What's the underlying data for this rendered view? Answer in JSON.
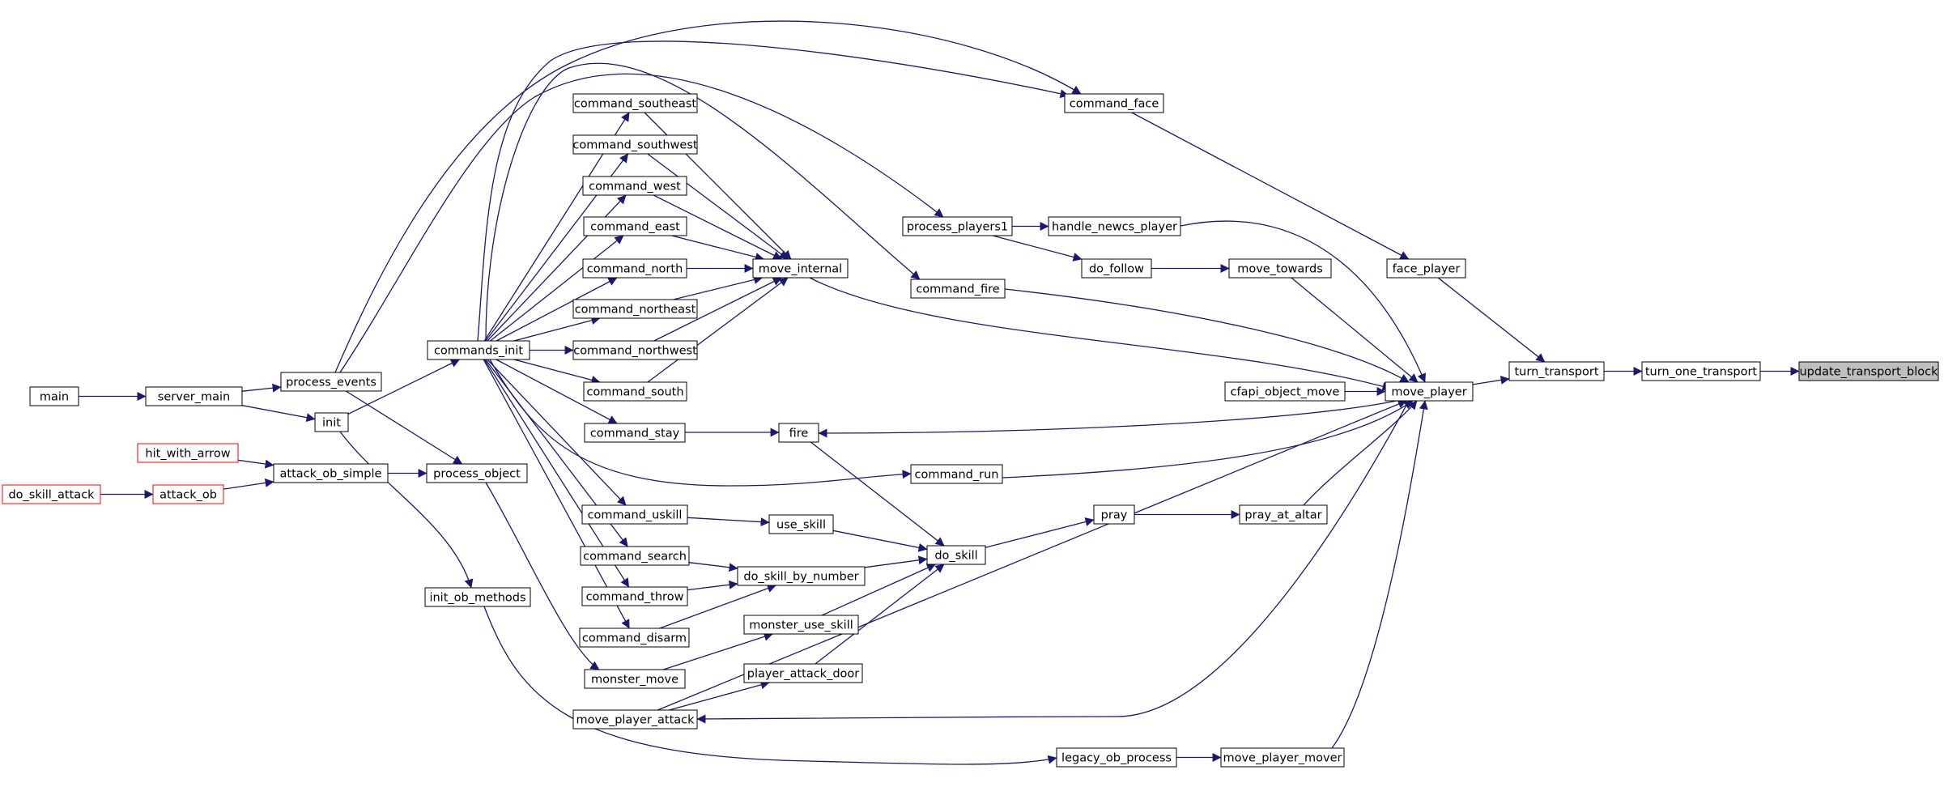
{
  "colors": {
    "edge": "#191970",
    "node_border": "#000000",
    "node_border_truncated": "#ff0000",
    "focus_fill": "#bfbfbf",
    "node_fill": "#ffffff",
    "background": "#ffffff"
  },
  "graph": {
    "focus": "update_transport_block",
    "nodes": [
      {
        "id": "update_transport_block",
        "label": "update_transport_block",
        "kind": "focus"
      },
      {
        "id": "turn_one_transport",
        "label": "turn_one_transport",
        "kind": "normal"
      },
      {
        "id": "turn_transport",
        "label": "turn_transport",
        "kind": "normal"
      },
      {
        "id": "face_player",
        "label": "face_player",
        "kind": "normal"
      },
      {
        "id": "move_player",
        "label": "move_player",
        "kind": "normal"
      },
      {
        "id": "command_face",
        "label": "command_face",
        "kind": "normal"
      },
      {
        "id": "handle_newcs_player",
        "label": "handle_newcs_player",
        "kind": "normal"
      },
      {
        "id": "process_players1",
        "label": "process_players1",
        "kind": "normal"
      },
      {
        "id": "do_follow",
        "label": "do_follow",
        "kind": "normal"
      },
      {
        "id": "move_towards",
        "label": "move_towards",
        "kind": "normal"
      },
      {
        "id": "command_fire",
        "label": "command_fire",
        "kind": "normal"
      },
      {
        "id": "move_internal",
        "label": "move_internal",
        "kind": "normal"
      },
      {
        "id": "cfapi_object_move",
        "label": "cfapi_object_move",
        "kind": "normal"
      },
      {
        "id": "command_run",
        "label": "command_run",
        "kind": "normal"
      },
      {
        "id": "pray_at_altar",
        "label": "pray_at_altar",
        "kind": "normal"
      },
      {
        "id": "pray",
        "label": "pray",
        "kind": "normal"
      },
      {
        "id": "do_skill",
        "label": "do_skill",
        "kind": "normal"
      },
      {
        "id": "fire",
        "label": "fire",
        "kind": "normal"
      },
      {
        "id": "use_skill",
        "label": "use_skill",
        "kind": "normal"
      },
      {
        "id": "do_skill_by_number",
        "label": "do_skill_by_number",
        "kind": "normal"
      },
      {
        "id": "monster_use_skill",
        "label": "monster_use_skill",
        "kind": "normal"
      },
      {
        "id": "player_attack_door",
        "label": "player_attack_door",
        "kind": "normal"
      },
      {
        "id": "move_player_attack",
        "label": "move_player_attack",
        "kind": "normal"
      },
      {
        "id": "legacy_ob_process",
        "label": "legacy_ob_process",
        "kind": "normal"
      },
      {
        "id": "move_player_mover",
        "label": "move_player_mover",
        "kind": "normal"
      },
      {
        "id": "command_southeast",
        "label": "command_southeast",
        "kind": "normal"
      },
      {
        "id": "command_southwest",
        "label": "command_southwest",
        "kind": "normal"
      },
      {
        "id": "command_west",
        "label": "command_west",
        "kind": "normal"
      },
      {
        "id": "command_east",
        "label": "command_east",
        "kind": "normal"
      },
      {
        "id": "command_north",
        "label": "command_north",
        "kind": "normal"
      },
      {
        "id": "command_northeast",
        "label": "command_northeast",
        "kind": "normal"
      },
      {
        "id": "command_northwest",
        "label": "command_northwest",
        "kind": "normal"
      },
      {
        "id": "command_south",
        "label": "command_south",
        "kind": "normal"
      },
      {
        "id": "command_stay",
        "label": "command_stay",
        "kind": "normal"
      },
      {
        "id": "command_uskill",
        "label": "command_uskill",
        "kind": "normal"
      },
      {
        "id": "command_search",
        "label": "command_search",
        "kind": "normal"
      },
      {
        "id": "command_throw",
        "label": "command_throw",
        "kind": "normal"
      },
      {
        "id": "command_disarm",
        "label": "command_disarm",
        "kind": "normal"
      },
      {
        "id": "monster_move",
        "label": "monster_move",
        "kind": "normal"
      },
      {
        "id": "commands_init",
        "label": "commands_init",
        "kind": "normal"
      },
      {
        "id": "process_events",
        "label": "process_events",
        "kind": "normal"
      },
      {
        "id": "init",
        "label": "init",
        "kind": "normal"
      },
      {
        "id": "server_main",
        "label": "server_main",
        "kind": "normal"
      },
      {
        "id": "main",
        "label": "main",
        "kind": "normal"
      },
      {
        "id": "process_object",
        "label": "process_object",
        "kind": "normal"
      },
      {
        "id": "attack_ob_simple",
        "label": "attack_ob_simple",
        "kind": "normal"
      },
      {
        "id": "hit_with_arrow",
        "label": "hit_with_arrow",
        "kind": "truncated"
      },
      {
        "id": "attack_ob",
        "label": "attack_ob",
        "kind": "truncated"
      },
      {
        "id": "do_skill_attack",
        "label": "do_skill_attack",
        "kind": "truncated"
      },
      {
        "id": "init_ob_methods",
        "label": "init_ob_methods",
        "kind": "normal"
      }
    ],
    "edges": [
      {
        "from": "turn_one_transport",
        "to": "update_transport_block"
      },
      {
        "from": "turn_transport",
        "to": "turn_one_transport"
      },
      {
        "from": "face_player",
        "to": "turn_transport"
      },
      {
        "from": "move_player",
        "to": "turn_transport"
      },
      {
        "from": "command_face",
        "to": "face_player"
      },
      {
        "from": "handle_newcs_player",
        "to": "move_player"
      },
      {
        "from": "move_towards",
        "to": "move_player"
      },
      {
        "from": "command_fire",
        "to": "move_player"
      },
      {
        "from": "move_internal",
        "to": "move_player"
      },
      {
        "from": "cfapi_object_move",
        "to": "move_player"
      },
      {
        "from": "command_run",
        "to": "move_player"
      },
      {
        "from": "pray_at_altar",
        "to": "move_player"
      },
      {
        "from": "move_player_attack",
        "to": "move_player"
      },
      {
        "from": "move_player_mover",
        "to": "move_player"
      },
      {
        "from": "process_players1",
        "to": "handle_newcs_player"
      },
      {
        "from": "process_players1",
        "to": "do_follow"
      },
      {
        "from": "do_follow",
        "to": "move_towards"
      },
      {
        "from": "process_events",
        "to": "command_face"
      },
      {
        "from": "process_events",
        "to": "process_players1"
      },
      {
        "from": "commands_init",
        "to": "command_fire"
      },
      {
        "from": "move_player",
        "to": "fire"
      },
      {
        "from": "command_stay",
        "to": "fire"
      },
      {
        "from": "commands_init",
        "to": "command_run"
      },
      {
        "from": "pray",
        "to": "pray_at_altar"
      },
      {
        "from": "do_skill",
        "to": "pray"
      },
      {
        "from": "fire",
        "to": "do_skill"
      },
      {
        "from": "use_skill",
        "to": "do_skill"
      },
      {
        "from": "do_skill_by_number",
        "to": "do_skill"
      },
      {
        "from": "monster_use_skill",
        "to": "do_skill"
      },
      {
        "from": "player_attack_door",
        "to": "do_skill"
      },
      {
        "from": "command_uskill",
        "to": "use_skill"
      },
      {
        "from": "command_search",
        "to": "do_skill_by_number"
      },
      {
        "from": "command_throw",
        "to": "do_skill_by_number"
      },
      {
        "from": "command_disarm",
        "to": "do_skill_by_number"
      },
      {
        "from": "monster_move",
        "to": "monster_use_skill"
      },
      {
        "from": "move_player_attack",
        "to": "player_attack_door"
      },
      {
        "from": "move_player",
        "to": "move_player_attack"
      },
      {
        "from": "legacy_ob_process",
        "to": "move_player_mover"
      },
      {
        "from": "init_ob_methods",
        "to": "legacy_ob_process"
      },
      {
        "from": "command_southeast",
        "to": "move_internal"
      },
      {
        "from": "command_southwest",
        "to": "move_internal"
      },
      {
        "from": "command_west",
        "to": "move_internal"
      },
      {
        "from": "command_east",
        "to": "move_internal"
      },
      {
        "from": "command_north",
        "to": "move_internal"
      },
      {
        "from": "command_northeast",
        "to": "move_internal"
      },
      {
        "from": "command_northwest",
        "to": "move_internal"
      },
      {
        "from": "command_south",
        "to": "move_internal"
      },
      {
        "from": "commands_init",
        "to": "command_southeast"
      },
      {
        "from": "commands_init",
        "to": "command_southwest"
      },
      {
        "from": "commands_init",
        "to": "command_west"
      },
      {
        "from": "commands_init",
        "to": "command_east"
      },
      {
        "from": "commands_init",
        "to": "command_north"
      },
      {
        "from": "commands_init",
        "to": "command_northeast"
      },
      {
        "from": "commands_init",
        "to": "command_northwest"
      },
      {
        "from": "commands_init",
        "to": "command_south"
      },
      {
        "from": "commands_init",
        "to": "command_stay"
      },
      {
        "from": "commands_init",
        "to": "command_uskill"
      },
      {
        "from": "commands_init",
        "to": "command_search"
      },
      {
        "from": "commands_init",
        "to": "command_throw"
      },
      {
        "from": "commands_init",
        "to": "command_disarm"
      },
      {
        "from": "commands_init",
        "to": "command_face"
      },
      {
        "from": "init",
        "to": "commands_init"
      },
      {
        "from": "server_main",
        "to": "process_events"
      },
      {
        "from": "server_main",
        "to": "init"
      },
      {
        "from": "main",
        "to": "server_main"
      },
      {
        "from": "process_events",
        "to": "process_object"
      },
      {
        "from": "process_object",
        "to": "monster_move"
      },
      {
        "from": "attack_ob_simple",
        "to": "process_object"
      },
      {
        "from": "hit_with_arrow",
        "to": "attack_ob_simple"
      },
      {
        "from": "attack_ob",
        "to": "attack_ob_simple"
      },
      {
        "from": "do_skill_attack",
        "to": "attack_ob"
      },
      {
        "from": "init",
        "to": "init_ob_methods"
      }
    ]
  }
}
